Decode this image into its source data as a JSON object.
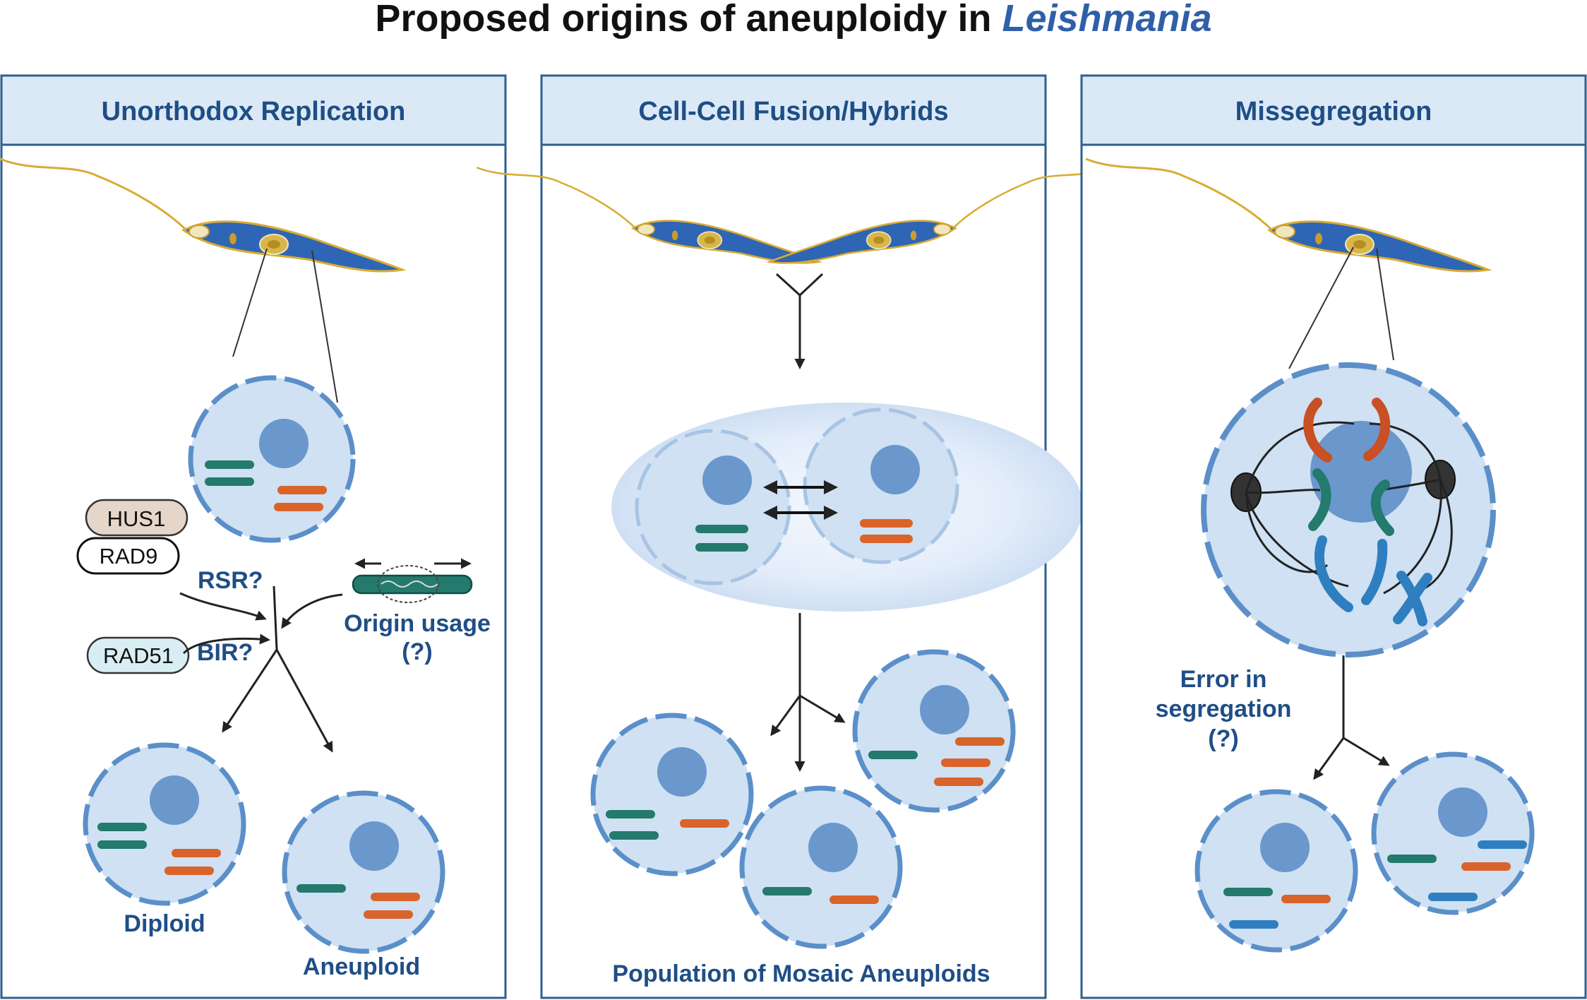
{
  "title": {
    "main": "Proposed origins of aneuploidy in ",
    "emphasis": "Leishmania"
  },
  "panels": [
    {
      "header": "Unorthodox Replication",
      "proteins": {
        "hus1": "HUS1",
        "rad9": "RAD9",
        "rad51": "RAD51"
      },
      "labels": {
        "rsr": "RSR?",
        "bir": "BIR?",
        "origin_line1": "Origin usage",
        "origin_line2": "(?)",
        "diploid": "Diploid",
        "aneuploid": "Aneuploid"
      }
    },
    {
      "header": "Cell-Cell Fusion/Hybrids",
      "labels": {
        "population": "Population of Mosaic Aneuploids"
      }
    },
    {
      "header": "Missegregation",
      "labels": {
        "error_line1": "Error in",
        "error_line2": "segregation",
        "error_line3": "(?)"
      }
    }
  ],
  "colors": {
    "header_fill": "#dbe9f7",
    "panel_border": "#2e5f8f",
    "cell_fill": "#cfe1f2",
    "cell_dash": "#5b8fc9",
    "nucleus": "#6a97cc",
    "chrom_green": "#237a6d",
    "chrom_orange": "#d9632a",
    "chrom_blue": "#2f7fc0",
    "parasite_body": "#2f65b5",
    "flagellum": "#d8ab33",
    "label_blue": "#1f4e86",
    "hus1_fill": "#e6d6c9",
    "rad51_fill": "#d8eef4"
  }
}
